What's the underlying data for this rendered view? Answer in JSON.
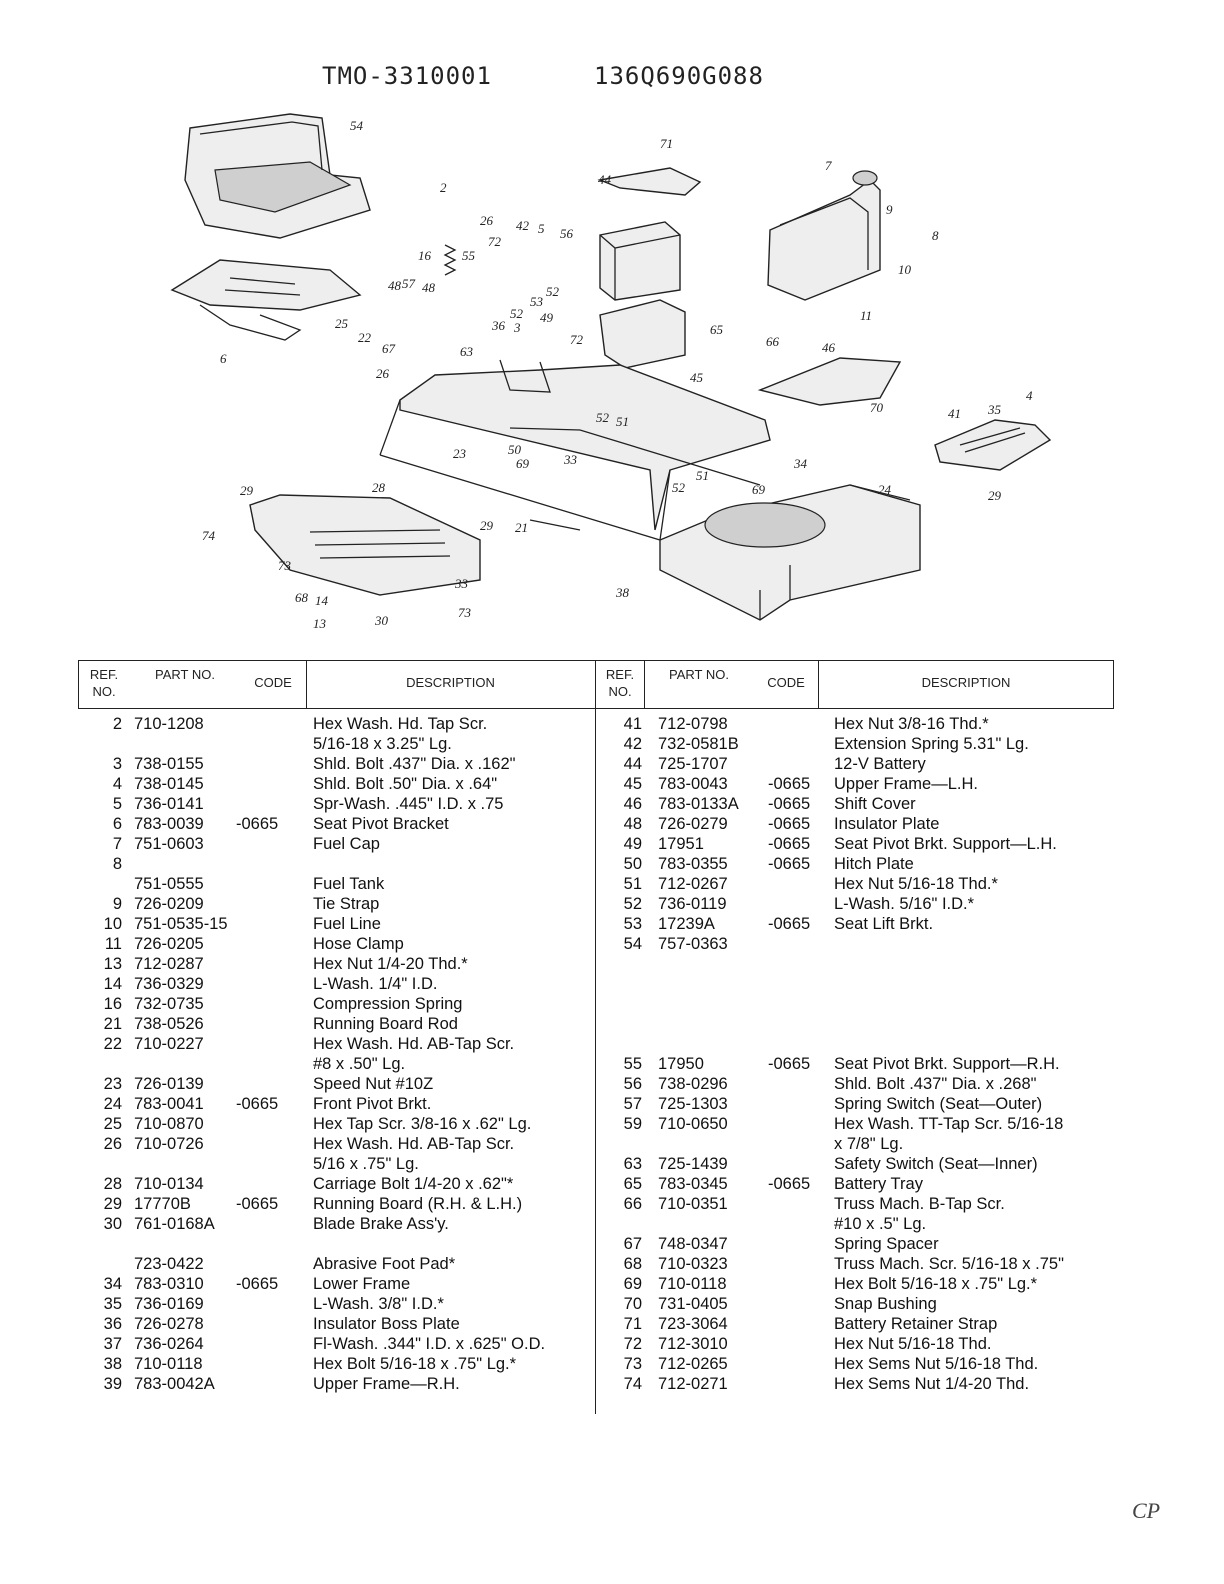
{
  "header": {
    "model_number": "TMO-3310001",
    "part_number": "136Q690G088"
  },
  "diagram_labels": [
    "54",
    "71",
    "7",
    "44",
    "9",
    "8",
    "2",
    "26",
    "42",
    "5",
    "56",
    "55",
    "72",
    "16",
    "48",
    "57",
    "48",
    "53",
    "52",
    "52",
    "3",
    "36",
    "49",
    "72",
    "63",
    "65",
    "22",
    "67",
    "26",
    "66",
    "46",
    "10",
    "11",
    "6",
    "25",
    "45",
    "41",
    "35",
    "4",
    "70",
    "52",
    "51",
    "23",
    "50",
    "33",
    "69",
    "51",
    "29",
    "52",
    "34",
    "24",
    "29",
    "28",
    "69",
    "74",
    "21",
    "29",
    "73",
    "30",
    "73",
    "68",
    "14",
    "13",
    "38",
    "33"
  ],
  "table": {
    "headers": {
      "ref_no": "REF. NO.",
      "part_no": "PART NO.",
      "code": "CODE",
      "description": "DESCRIPTION"
    },
    "left_rows": [
      {
        "ref": "2",
        "part": "710-1208",
        "code": "",
        "desc": "Hex Wash. Hd. Tap Scr."
      },
      {
        "ref": "",
        "part": "",
        "code": "",
        "desc": "   5/16-18 x 3.25\" Lg."
      },
      {
        "ref": "3",
        "part": "738-0155",
        "code": "",
        "desc": "Shld. Bolt .437\" Dia. x .162\""
      },
      {
        "ref": "4",
        "part": "738-0145",
        "code": "",
        "desc": "Shld. Bolt .50\" Dia. x .64\""
      },
      {
        "ref": "5",
        "part": "736-0141",
        "code": "",
        "desc": "Spr-Wash. .445\" I.D. x .75"
      },
      {
        "ref": "6",
        "part": "783-0039",
        "code": "-0665",
        "desc": "Seat Pivot Bracket"
      },
      {
        "ref": "7",
        "part": "751-0603",
        "code": "",
        "desc": "Fuel Cap"
      },
      {
        "ref": "8",
        "part": "",
        "code": "",
        "desc": ""
      },
      {
        "ref": "",
        "part": "751-0555",
        "code": "",
        "desc": "Fuel Tank"
      },
      {
        "ref": "9",
        "part": "726-0209",
        "code": "",
        "desc": "Tie Strap"
      },
      {
        "ref": "10",
        "part": "751-0535-15",
        "code": "",
        "desc": "Fuel Line"
      },
      {
        "ref": "11",
        "part": "726-0205",
        "code": "",
        "desc": "Hose Clamp"
      },
      {
        "ref": "13",
        "part": "712-0287",
        "code": "",
        "desc": "Hex Nut 1/4-20 Thd.*"
      },
      {
        "ref": "14",
        "part": "736-0329",
        "code": "",
        "desc": "L-Wash. 1/4\" I.D."
      },
      {
        "ref": "16",
        "part": "732-0735",
        "code": "",
        "desc": "Compression Spring"
      },
      {
        "ref": "21",
        "part": "738-0526",
        "code": "",
        "desc": "Running Board Rod"
      },
      {
        "ref": "22",
        "part": "710-0227",
        "code": "",
        "desc": "Hex Wash. Hd. AB-Tap Scr."
      },
      {
        "ref": "",
        "part": "",
        "code": "",
        "desc": "   #8 x .50\" Lg."
      },
      {
        "ref": "23",
        "part": "726-0139",
        "code": "",
        "desc": "Speed Nut #10Z"
      },
      {
        "ref": "24",
        "part": "783-0041",
        "code": "-0665",
        "desc": "Front Pivot Brkt."
      },
      {
        "ref": "25",
        "part": "710-0870",
        "code": "",
        "desc": "Hex Tap Scr. 3/8-16 x .62\" Lg."
      },
      {
        "ref": "26",
        "part": "710-0726",
        "code": "",
        "desc": "Hex Wash. Hd. AB-Tap Scr."
      },
      {
        "ref": "",
        "part": "",
        "code": "",
        "desc": "   5/16 x .75\" Lg."
      },
      {
        "ref": "28",
        "part": "710-0134",
        "code": "",
        "desc": "Carriage Bolt 1/4-20 x .62\"*"
      },
      {
        "ref": "29",
        "part": "17770B",
        "code": "-0665",
        "desc": "Running Board (R.H. & L.H.)"
      },
      {
        "ref": "30",
        "part": "761-0168A",
        "code": "",
        "desc": "Blade Brake Ass'y."
      },
      {
        "ref": "",
        "part": "",
        "code": "",
        "desc": ""
      },
      {
        "ref": "",
        "part": "723-0422",
        "code": "",
        "desc": "Abrasive Foot Pad*"
      },
      {
        "ref": "34",
        "part": "783-0310",
        "code": "-0665",
        "desc": "Lower Frame"
      },
      {
        "ref": "35",
        "part": "736-0169",
        "code": "",
        "desc": "L-Wash. 3/8\" I.D.*"
      },
      {
        "ref": "36",
        "part": "726-0278",
        "code": "",
        "desc": "Insulator Boss Plate"
      },
      {
        "ref": "37",
        "part": "736-0264",
        "code": "",
        "desc": "Fl-Wash. .344\" I.D. x .625\" O.D."
      },
      {
        "ref": "38",
        "part": "710-0118",
        "code": "",
        "desc": "Hex Bolt 5/16-18 x .75\" Lg.*"
      },
      {
        "ref": "39",
        "part": "783-0042A",
        "code": "",
        "desc": "Upper Frame—R.H."
      }
    ],
    "right_rows": [
      {
        "ref": "41",
        "part": "712-0798",
        "code": "",
        "desc": "Hex Nut 3/8-16 Thd.*"
      },
      {
        "ref": "42",
        "part": "732-0581B",
        "code": "",
        "desc": "Extension Spring 5.31\" Lg."
      },
      {
        "ref": "44",
        "part": "725-1707",
        "code": "",
        "desc": "12-V Battery"
      },
      {
        "ref": "45",
        "part": "783-0043",
        "code": "-0665",
        "desc": "Upper Frame—L.H."
      },
      {
        "ref": "46",
        "part": "783-0133A",
        "code": "-0665",
        "desc": "Shift Cover"
      },
      {
        "ref": "48",
        "part": "726-0279",
        "code": "-0665",
        "desc": "Insulator Plate"
      },
      {
        "ref": "49",
        "part": "17951",
        "code": "-0665",
        "desc": "Seat Pivot Brkt. Support—L.H."
      },
      {
        "ref": "50",
        "part": "783-0355",
        "code": "-0665",
        "desc": "Hitch Plate"
      },
      {
        "ref": "51",
        "part": "712-0267",
        "code": "",
        "desc": "Hex Nut 5/16-18 Thd.*"
      },
      {
        "ref": "52",
        "part": "736-0119",
        "code": "",
        "desc": "L-Wash. 5/16\" I.D.*"
      },
      {
        "ref": "53",
        "part": "17239A",
        "code": "-0665",
        "desc": "Seat Lift Brkt."
      },
      {
        "ref": "54",
        "part": "757-0363",
        "code": "",
        "desc": ""
      },
      {
        "ref": "",
        "part": "",
        "code": "",
        "desc": ""
      },
      {
        "ref": "",
        "part": "",
        "code": "",
        "desc": ""
      },
      {
        "ref": "",
        "part": "",
        "code": "",
        "desc": ""
      },
      {
        "ref": "",
        "part": "",
        "code": "",
        "desc": ""
      },
      {
        "ref": "",
        "part": "",
        "code": "",
        "desc": ""
      },
      {
        "ref": "55",
        "part": "17950",
        "code": "-0665",
        "desc": "Seat Pivot Brkt. Support—R.H."
      },
      {
        "ref": "56",
        "part": "738-0296",
        "code": "",
        "desc": "Shld. Bolt .437\" Dia. x .268\""
      },
      {
        "ref": "57",
        "part": "725-1303",
        "code": "",
        "desc": "Spring Switch (Seat—Outer)"
      },
      {
        "ref": "59",
        "part": "710-0650",
        "code": "",
        "desc": "Hex Wash. TT-Tap Scr. 5/16-18"
      },
      {
        "ref": "",
        "part": "",
        "code": "",
        "desc": "   x 7/8\" Lg."
      },
      {
        "ref": "63",
        "part": "725-1439",
        "code": "",
        "desc": "Safety Switch (Seat—Inner)"
      },
      {
        "ref": "65",
        "part": "783-0345",
        "code": "-0665",
        "desc": "Battery Tray"
      },
      {
        "ref": "66",
        "part": "710-0351",
        "code": "",
        "desc": "Truss Mach. B-Tap Scr."
      },
      {
        "ref": "",
        "part": "",
        "code": "",
        "desc": "   #10 x .5\" Lg."
      },
      {
        "ref": "67",
        "part": "748-0347",
        "code": "",
        "desc": "Spring Spacer"
      },
      {
        "ref": "68",
        "part": "710-0323",
        "code": "",
        "desc": "Truss Mach. Scr. 5/16-18 x .75\""
      },
      {
        "ref": "69",
        "part": "710-0118",
        "code": "",
        "desc": "Hex Bolt 5/16-18 x .75\" Lg.*"
      },
      {
        "ref": "70",
        "part": "731-0405",
        "code": "",
        "desc": "Snap Bushing"
      },
      {
        "ref": "71",
        "part": "723-3064",
        "code": "",
        "desc": "Battery Retainer Strap"
      },
      {
        "ref": "72",
        "part": "712-3010",
        "code": "",
        "desc": "Hex Nut 5/16-18 Thd."
      },
      {
        "ref": "73",
        "part": "712-0265",
        "code": "",
        "desc": "Hex Sems Nut 5/16-18 Thd."
      },
      {
        "ref": "74",
        "part": "712-0271",
        "code": "",
        "desc": "Hex Sems Nut 1/4-20 Thd."
      }
    ]
  },
  "corner_mark": "CP"
}
